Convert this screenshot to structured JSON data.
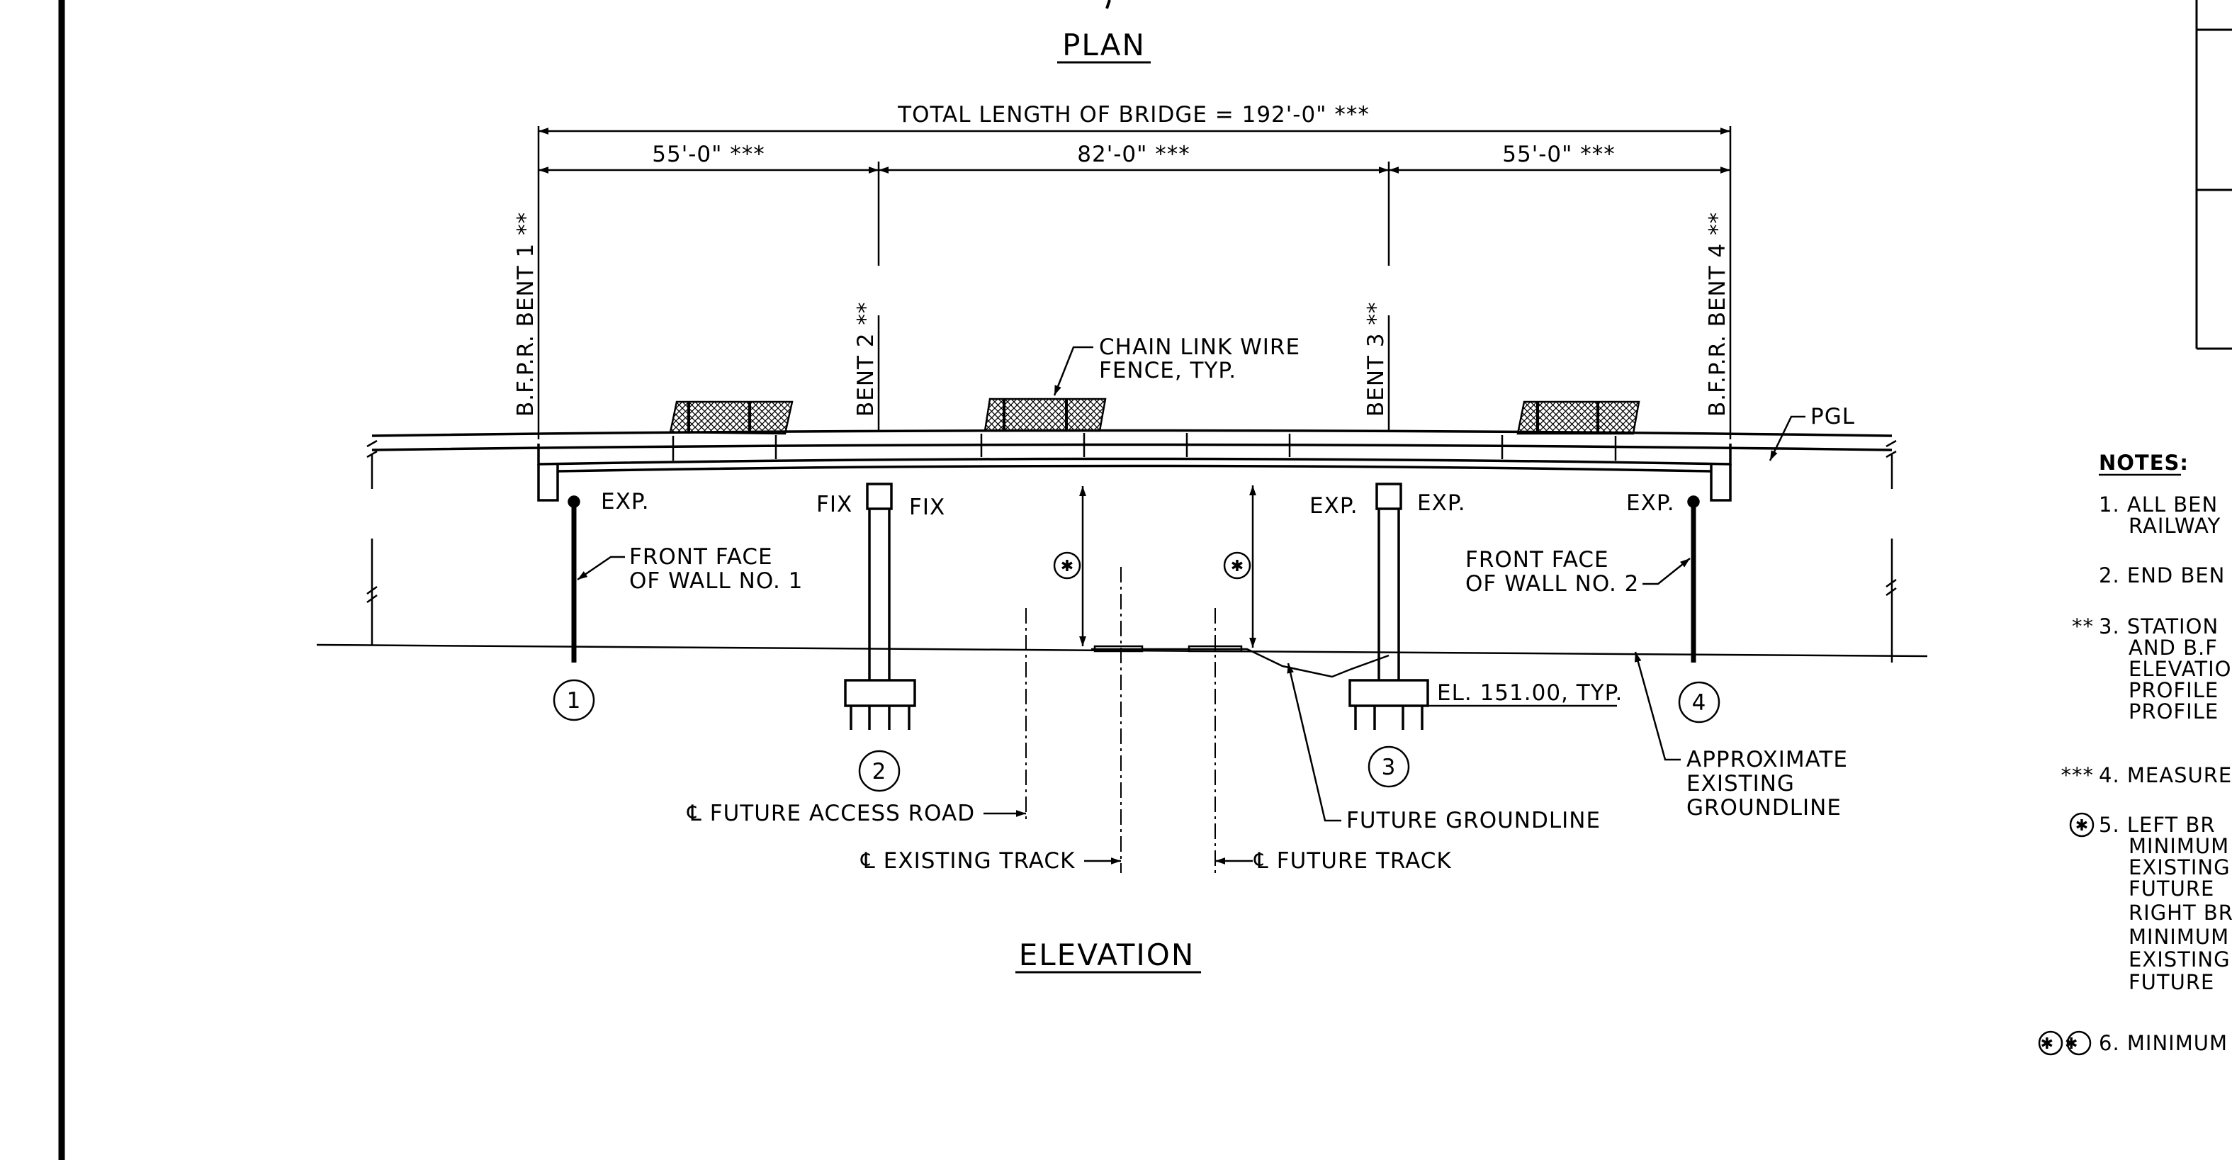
{
  "titles": {
    "plan": "PLAN",
    "elevation": "ELEVATION"
  },
  "dimensions": {
    "total": "TOTAL LENGTH OF BRIDGE = 192'-0\" ***",
    "span1": "55'-0\" ***",
    "span2": "82'-0\" ***",
    "span3": "55'-0\" ***"
  },
  "bents": {
    "bent1": "B.F.P.R. BENT 1 **",
    "bent2": "BENT 2 **",
    "bent3": "BENT 3 **",
    "bent4": "B.F.P.R. BENT 4 **"
  },
  "bearings": {
    "exp1": "EXP.",
    "fix2_left": "FIX",
    "fix2_right": "FIX",
    "exp3_left": "EXP.",
    "exp3_right": "EXP.",
    "exp4": "EXP."
  },
  "callouts": {
    "fence_line1": "CHAIN LINK WIRE",
    "fence_line2": "FENCE, TYP.",
    "pgl": "PGL",
    "wall1_line1": "FRONT FACE",
    "wall1_line2": "OF WALL NO. 1",
    "wall2_line1": "FRONT FACE",
    "wall2_line2": "OF WALL NO. 2",
    "elevation": "EL. 151.00, TYP.",
    "approx_line1": "APPROXIMATE",
    "approx_line2": "EXISTING",
    "approx_line3": "GROUNDLINE",
    "future_groundline": "FUTURE GROUNDLINE",
    "access_road": "℄ FUTURE ACCESS ROAD",
    "existing_track": "℄ EXISTING TRACK",
    "future_track": "℄ FUTURE TRACK"
  },
  "bent_numbers": [
    "1",
    "2",
    "3",
    "4"
  ],
  "clearance_symbol": "✱",
  "notes": {
    "heading": "NOTES:",
    "items": [
      {
        "marker": "",
        "lines": [
          "1. ALL BEN",
          "RAILWAY"
        ]
      },
      {
        "marker": "",
        "lines": [
          "2. END BEN"
        ]
      },
      {
        "marker": "**",
        "lines": [
          "3. STATION",
          "AND B.F",
          "ELEVATIO",
          "PROFILE",
          "PROFILE"
        ]
      },
      {
        "marker": "***",
        "lines": [
          "4. MEASURE"
        ]
      },
      {
        "marker": "✱",
        "lines": [
          "5. LEFT BR",
          "MINIMUM",
          "EXISTING",
          "FUTURE",
          "RIGHT BR",
          "MINIMUM",
          "EXISTING",
          "FUTURE"
        ]
      },
      {
        "marker": "✱✱",
        "lines": [
          "6. MINIMUM"
        ]
      }
    ]
  }
}
